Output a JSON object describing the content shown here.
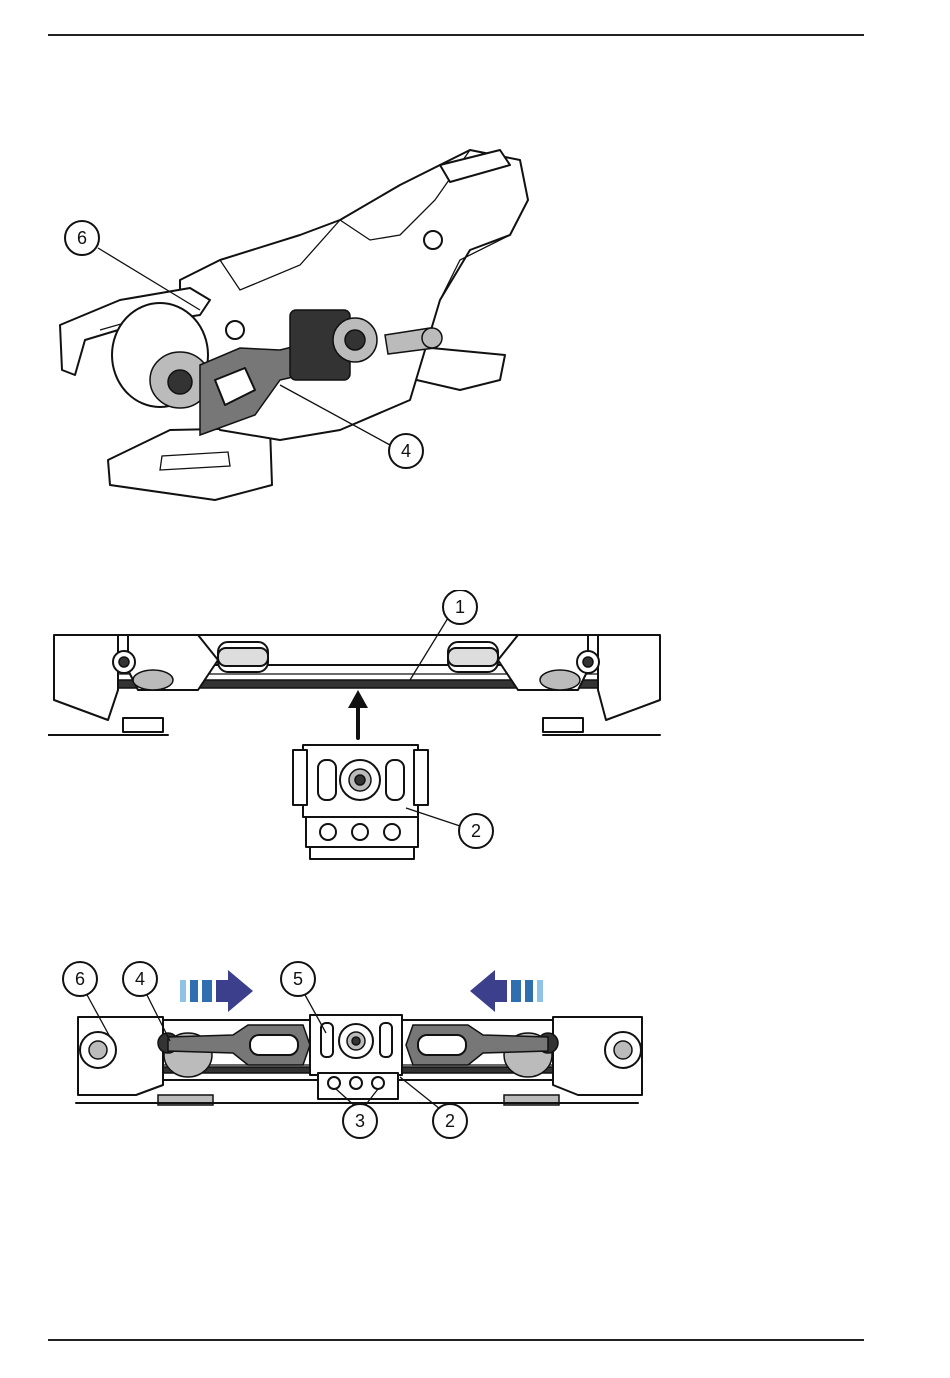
{
  "figures": [
    {
      "id": "figure-1-isometric",
      "callouts": [
        {
          "label": "6"
        },
        {
          "label": "4"
        }
      ]
    },
    {
      "id": "figure-2-rail-insert",
      "callouts": [
        {
          "label": "1"
        },
        {
          "label": "2"
        }
      ]
    },
    {
      "id": "figure-3-assembled",
      "callouts": [
        {
          "label": "6"
        },
        {
          "label": "4"
        },
        {
          "label": "5"
        },
        {
          "label": "3"
        },
        {
          "label": "2"
        }
      ],
      "arrow_colors": {
        "dark": "#3b3f8c",
        "mid": "#2f6fb0",
        "light": "#8fc3e6"
      }
    }
  ]
}
